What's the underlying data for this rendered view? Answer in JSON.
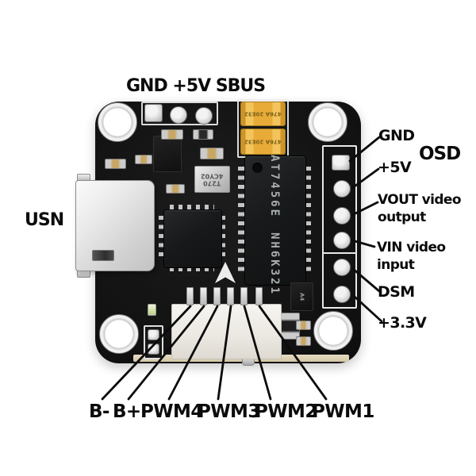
{
  "annotations": {
    "top_label": "GND +5V SBUS",
    "left_label": "USN",
    "osd_label": "OSD",
    "right_labels": [
      {
        "line1": "GND",
        "line2": ""
      },
      {
        "line1": "+5V",
        "line2": ""
      },
      {
        "line1": "VOUT video",
        "line2": "output"
      },
      {
        "line1": "VIN video",
        "line2": "input"
      },
      {
        "line1": "DSM",
        "line2": ""
      },
      {
        "line1": "+3.3V",
        "line2": ""
      }
    ],
    "bottom_labels": [
      "B-",
      "B+",
      "PWM4",
      "PWM3",
      "PWM2",
      "PWM1"
    ]
  },
  "board_markings": {
    "main_chip_line1": "AT7456E",
    "main_chip_line2": "NH6K321",
    "crystal_line1": "T270",
    "crystal_line2": "4CY02",
    "cap_line1": "476A",
    "cap_line2": "20E32",
    "sot_marking": "A4"
  },
  "colors": {
    "background": "#ffffff",
    "board": "#161616",
    "capacitor": "#e8ab38",
    "label": "#0b0b0b",
    "pcb_edge": "#e6dcc2"
  }
}
